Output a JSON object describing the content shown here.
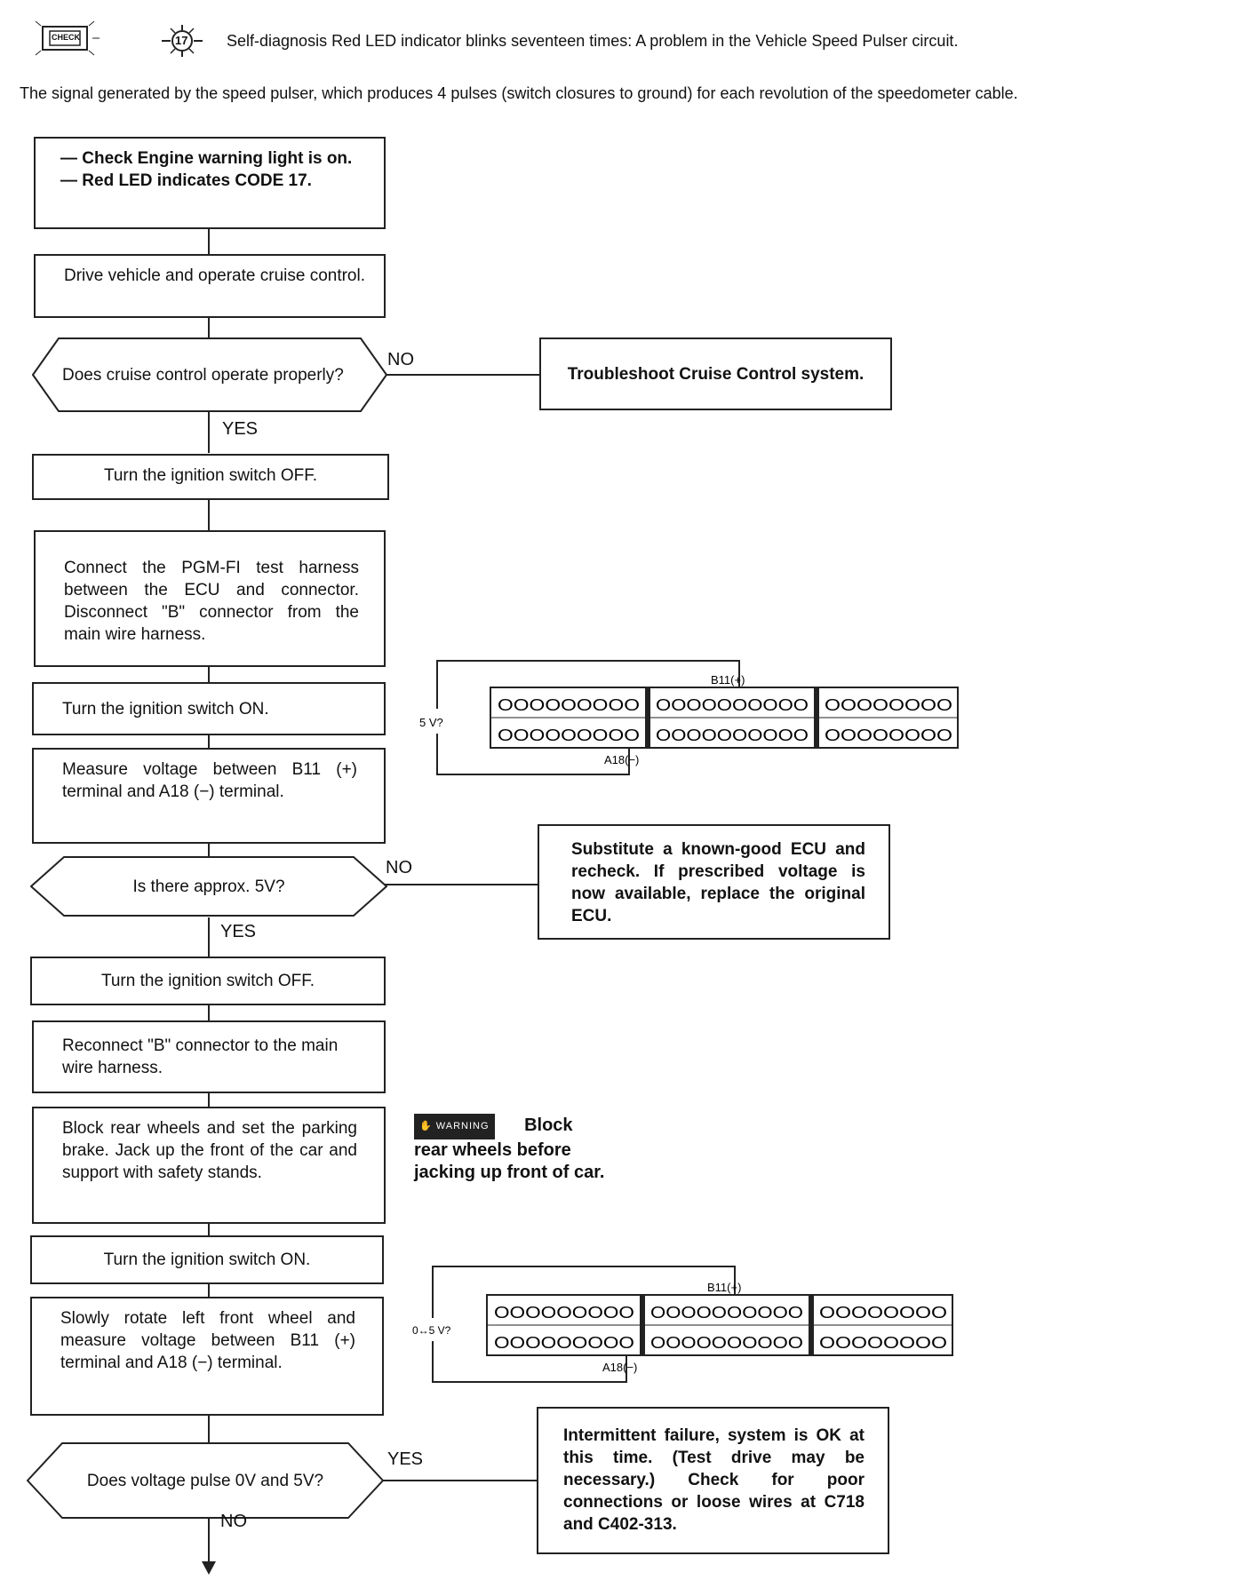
{
  "header": {
    "code_number": "17",
    "check_label": "CHECK",
    "title": "Self-diagnosis Red LED indicator blinks seventeen times: A problem in the Vehicle Speed Pulser circuit."
  },
  "intro": "The signal generated by the speed pulser, which produces 4 pulses (switch closures to ground) for each revolution of the speedometer cable.",
  "steps": {
    "start_line1": "— Check Engine warning light is on.",
    "start_line2": "— Red LED indicates CODE 17.",
    "drive": "Drive vehicle and operate cruise control.",
    "q_cruise": "Does cruise control operate properly?",
    "troubleshoot": "Troubleshoot Cruise Control system.",
    "ign_off_1": "Turn the ignition switch OFF.",
    "connect_harness": "Connect the PGM-FI test harness between the ECU and connector. Disconnect \"B\" connector from the main wire harness.",
    "ign_on_1": "Turn the ignition switch ON.",
    "measure_1": "Measure voltage between B11 (+) terminal and A18 (−) terminal.",
    "q_5v": "Is there approx. 5V?",
    "substitute": "Substitute a known-good ECU and recheck. If prescribed voltage is now available, replace the original ECU.",
    "ign_off_2": "Turn the ignition switch OFF.",
    "reconnect": "Reconnect \"B\" connector to the main wire harness.",
    "block_wheels": "Block rear wheels and set the parking brake. Jack up the front of the car and support with safety stands.",
    "ign_on_2": "Turn the ignition switch ON.",
    "rotate_wheel": "Slowly rotate left front wheel and measure voltage between B11 (+) terminal and A18 (−) terminal.",
    "q_pulse": "Does voltage pulse 0V and 5V?",
    "intermittent": "Intermittent failure, system is OK at this time. (Test drive may be necessary.) Check for poor connections or loose wires at C718 and C402-313."
  },
  "branch_labels": {
    "no_1": "NO",
    "yes_1": "YES",
    "no_2": "NO",
    "yes_2": "YES",
    "yes_3": "YES",
    "no_3": "NO"
  },
  "warning": {
    "badge": "WARNING",
    "text_1": "Block",
    "text_2": "rear wheels before",
    "text_3": "jacking up front of car."
  },
  "connector_1": {
    "plus_label": "B11(+)",
    "minus_label": "A18(−)",
    "meter_label": "5 V?",
    "row_a": [
      "OOOOOOOOO",
      "OOOOOOOOOO",
      "OOOOOOOO"
    ],
    "row_b": [
      "OOOOOOOOO",
      "OOOOOOOOOO",
      "OOOOOOOO"
    ]
  },
  "connector_2": {
    "plus_label": "B11(+)",
    "minus_label": "A18(−)",
    "meter_label": "0↔5 V?",
    "row_a": [
      "OOOOOOOOO",
      "OOOOOOOOOO",
      "OOOOOOOO"
    ],
    "row_b": [
      "OOOOOOOOO",
      "OOOOOOOOOO",
      "OOOOOOOO"
    ]
  }
}
